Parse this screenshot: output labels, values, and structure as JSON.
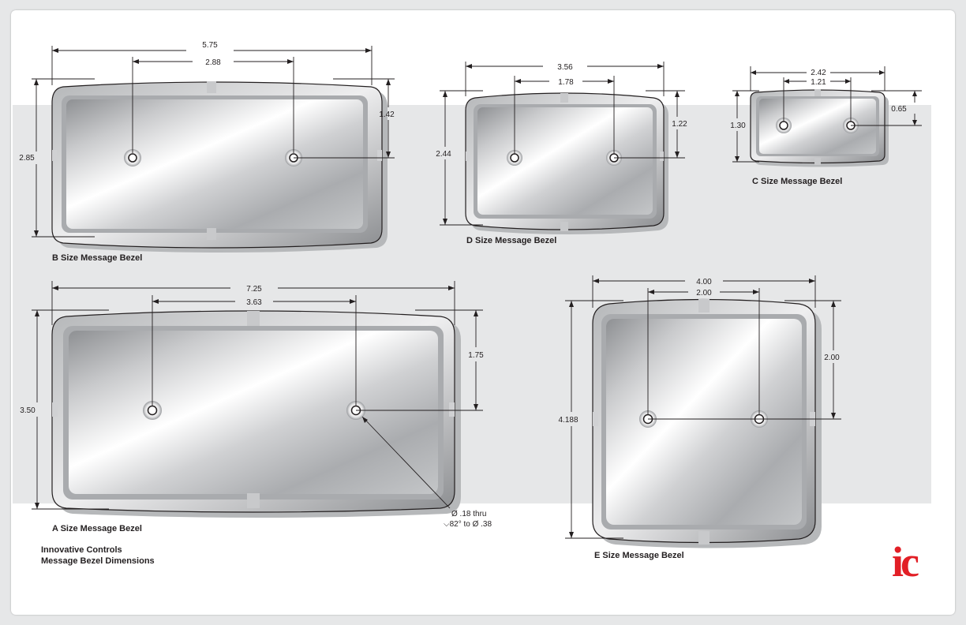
{
  "colors": {
    "panel": "#e6e7e8",
    "outline": "#231f20",
    "logo_red": "#e21f26"
  },
  "footer": {
    "line1": "Innovative Controls",
    "line2": "Message Bezel Dimensions"
  },
  "logo": {
    "text": "ic"
  },
  "callout": {
    "line1": "Ø .18 thru",
    "line2": "⌵82° to Ø .38"
  },
  "bezels": {
    "B": {
      "caption": "B Size Message Bezel",
      "width": "5.75",
      "hole_spacing": "2.88",
      "height": "2.85",
      "hole_height": "1.42"
    },
    "D": {
      "caption": "D Size Message Bezel",
      "width": "3.56",
      "hole_spacing": "1.78",
      "height": "2.44",
      "hole_height": "1.22"
    },
    "C": {
      "caption": "C Size Message Bezel",
      "width": "2.42",
      "hole_spacing": "1.21",
      "height": "1.30",
      "hole_height": "0.65"
    },
    "A": {
      "caption": "A Size Message Bezel",
      "width": "7.25",
      "hole_spacing": "3.63",
      "height": "3.50",
      "hole_height": "1.75"
    },
    "E": {
      "caption": "E Size Message Bezel",
      "width": "4.00",
      "hole_spacing": "2.00",
      "height": "4.188",
      "hole_height": "2.00"
    }
  }
}
